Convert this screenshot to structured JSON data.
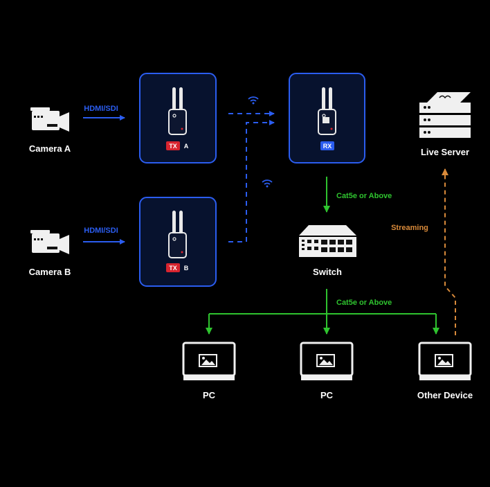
{
  "cameras": [
    {
      "label": "Camera A",
      "link": "HDMI/SDI"
    },
    {
      "label": "Camera B",
      "link": "HDMI/SDI"
    }
  ],
  "transmitters": [
    {
      "badge": "TX",
      "suffix": "A"
    },
    {
      "badge": "TX",
      "suffix": "B"
    }
  ],
  "receiver": {
    "badge": "RX"
  },
  "server": {
    "label": "Live Server"
  },
  "switch": {
    "label": "Switch"
  },
  "links": {
    "rx_to_switch": "Cat5e or Above",
    "switch_to_clients": "Cat5e or Above",
    "streaming": "Streaming"
  },
  "clients": [
    {
      "label": "PC"
    },
    {
      "label": "PC"
    },
    {
      "label": "Other Device"
    }
  ],
  "colors": {
    "blue": "#2b5df0",
    "green": "#2fc42f",
    "orange": "#d98a3a",
    "tx_badge": "#d8242f",
    "rx_badge": "#2b5df0"
  }
}
